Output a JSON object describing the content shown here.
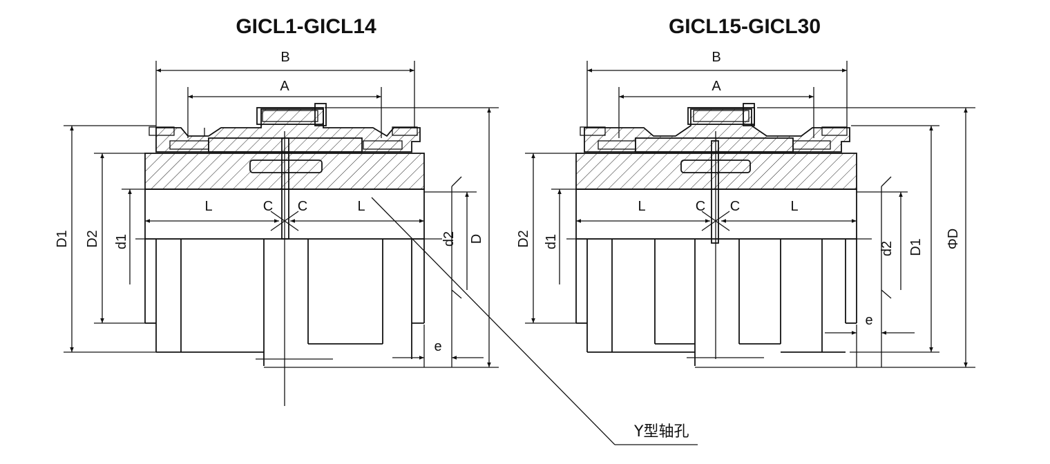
{
  "left": {
    "title": "GICL1-GICL14",
    "dims": {
      "B": "B",
      "A": "A",
      "D1": "D1",
      "D2": "D2",
      "d1": "d1",
      "d2": "d2",
      "D": "D",
      "L1": "L",
      "L2": "L",
      "C1": "C",
      "C2": "C",
      "e": "e"
    }
  },
  "right": {
    "title": "GICL15-GICL30",
    "dims": {
      "B": "B",
      "A": "A",
      "D2": "D2",
      "d1": "d1",
      "d2": "d2",
      "D1": "D1",
      "PhiD": "ΦD",
      "L1": "L",
      "L2": "L",
      "C1": "C",
      "C2": "C",
      "e": "e"
    }
  },
  "callout": "Y型轴孔"
}
